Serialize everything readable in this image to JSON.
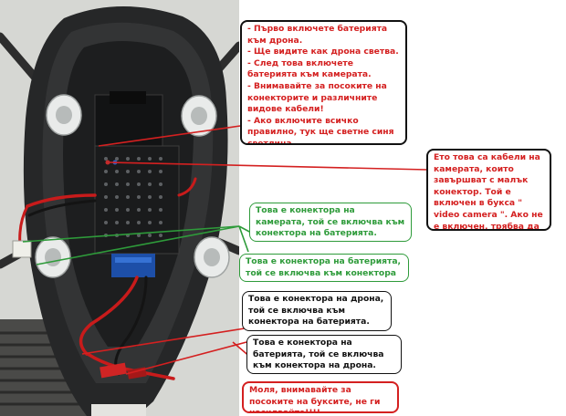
{
  "callouts": {
    "top_instructions": {
      "lines": [
        "- Първо включете батерията към дрона.",
        "- Ще видите как дрона светва.",
        "- След това включете батерията към камерата.",
        "- Внимавайте за посоките на конекторите и различните видове кабели!",
        "- Ако включите всичко правилно, тук ще светне синя светлина."
      ]
    },
    "camera_cables": "Ето това са кабели на камерата, които завършват с малък конектор. Той е включен в букса \" video camera \". Ако не е включен, трябва да го направите.",
    "camera_connector": "Това е конектора на камерата, той се включва към конектора на батерията.",
    "battery_connector_camera": "Това е конектора на батерията, той се включва към конектора на камерата.",
    "drone_connector": "Това е конектора на дрона, той се включва към конектора на батерията.",
    "battery_connector_drone": "Това е конектора на батерията, той се включва към конектора на дрона.",
    "warning": "Моля, внимавайте за посоките на буксите, не ги насилвайте!!!!"
  },
  "colors": {
    "red": "#d42020",
    "green": "#2e9b3a",
    "black": "#111111"
  }
}
